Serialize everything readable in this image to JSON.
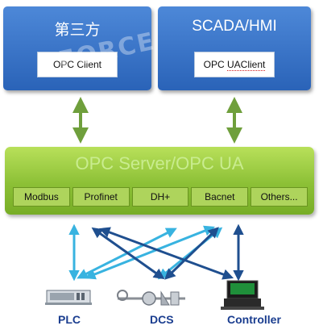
{
  "clients": [
    {
      "title": "第三方",
      "label": "OPC Client"
    },
    {
      "title": "SCADA/HMI",
      "label_prefix": "OPC ",
      "label_ua": "UAClient"
    }
  ],
  "watermark": "FORCE",
  "server": {
    "title": "OPC Server/OPC UA",
    "protocols": [
      "Modbus",
      "Profinet",
      "DH+",
      "Bacnet",
      "Others..."
    ]
  },
  "devices": {
    "plc": "PLC",
    "dcs": "DCS",
    "controller": "Controller"
  },
  "colors": {
    "client_blue": "#2f6fc4",
    "server_green": "#8cc036",
    "arrow_green": "#6f9f3c",
    "arrow_light_blue": "#38b3e0",
    "arrow_dark_blue": "#1f4f8f"
  },
  "icons": [
    "plc-icon",
    "dcs-icon",
    "controller-icon"
  ]
}
